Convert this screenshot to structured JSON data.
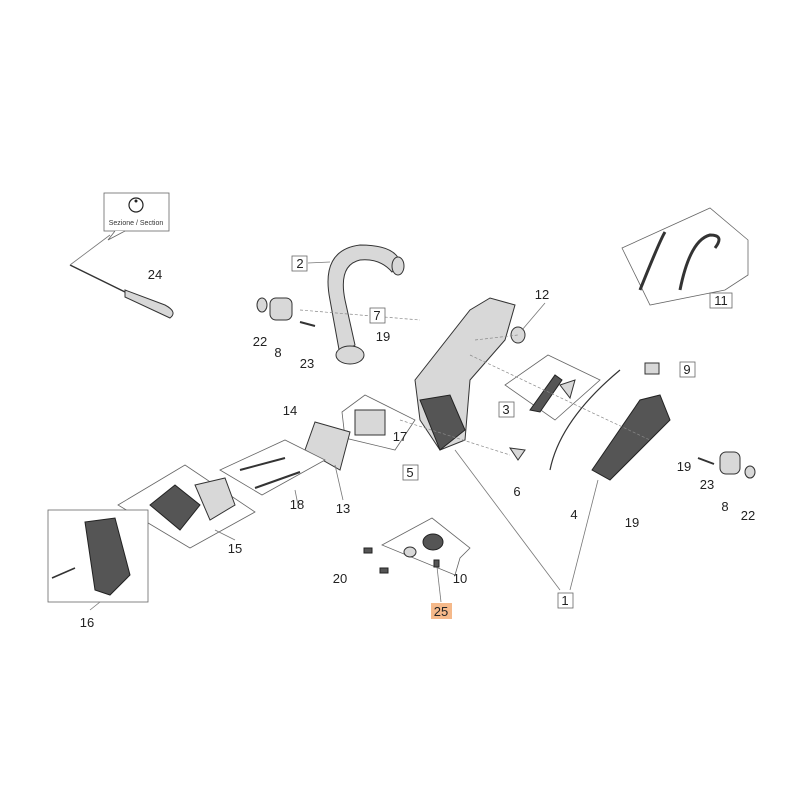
{
  "section_callout": {
    "text": "Sezione / Section"
  },
  "highlight_color": "#f5b98a",
  "callouts": [
    {
      "id": "c24",
      "label": "24",
      "boxed": false
    },
    {
      "id": "c2",
      "label": "2",
      "boxed": true
    },
    {
      "id": "c12",
      "label": "12",
      "boxed": false
    },
    {
      "id": "c7",
      "label": "7",
      "boxed": true
    },
    {
      "id": "c19a",
      "label": "19",
      "boxed": false
    },
    {
      "id": "c22a",
      "label": "22",
      "boxed": false
    },
    {
      "id": "c8a",
      "label": "8",
      "boxed": false
    },
    {
      "id": "c23a",
      "label": "23",
      "boxed": false
    },
    {
      "id": "c11",
      "label": "11",
      "boxed": true
    },
    {
      "id": "c9",
      "label": "9",
      "boxed": true
    },
    {
      "id": "c3",
      "label": "3",
      "boxed": true
    },
    {
      "id": "c14",
      "label": "14",
      "boxed": false
    },
    {
      "id": "c17",
      "label": "17",
      "boxed": false
    },
    {
      "id": "c5",
      "label": "5",
      "boxed": true
    },
    {
      "id": "c6",
      "label": "6",
      "boxed": false
    },
    {
      "id": "c19b",
      "label": "19",
      "boxed": false
    },
    {
      "id": "c23b",
      "label": "23",
      "boxed": false
    },
    {
      "id": "c8b",
      "label": "8",
      "boxed": false
    },
    {
      "id": "c22b",
      "label": "22",
      "boxed": false
    },
    {
      "id": "c4",
      "label": "4",
      "boxed": false
    },
    {
      "id": "c19c",
      "label": "19",
      "boxed": false
    },
    {
      "id": "c18",
      "label": "18",
      "boxed": false
    },
    {
      "id": "c13",
      "label": "13",
      "boxed": false
    },
    {
      "id": "c15",
      "label": "15",
      "boxed": false
    },
    {
      "id": "c16",
      "label": "16",
      "boxed": false
    },
    {
      "id": "c20",
      "label": "20",
      "boxed": false
    },
    {
      "id": "c10",
      "label": "10",
      "boxed": false
    },
    {
      "id": "c25",
      "label": "25",
      "boxed": false,
      "highlighted": true
    },
    {
      "id": "c1",
      "label": "1",
      "boxed": true
    }
  ]
}
